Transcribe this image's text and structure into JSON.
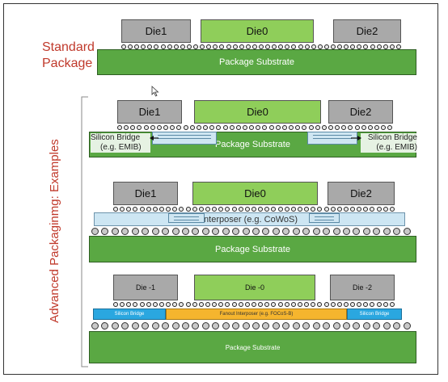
{
  "side_labels": {
    "standard_line1": "Standard",
    "standard_line2": "Package",
    "advanced": "Advanced Packaginmg: Examples"
  },
  "row1": {
    "die1": "Die1",
    "die0": "Die0",
    "die2": "Die2",
    "substrate": "Package Substrate"
  },
  "row2": {
    "die1": "Die1",
    "die0": "Die0",
    "die2": "Die2",
    "substrate": "Package Substrate",
    "bridge_left_line1": "Silicon Bridge",
    "bridge_left_line2": "(e.g. EMIB)",
    "bridge_right_line1": "Silicon Bridge",
    "bridge_right_line2": "(e.g. EMIB)"
  },
  "row3": {
    "die1": "Die1",
    "die0": "Die0",
    "die2": "Die2",
    "interposer": "Interposer (e.g. CoWoS)",
    "substrate": "Package Substrate"
  },
  "row4": {
    "die1": "Die -1",
    "die0": "Die -0",
    "die2": "Die -2",
    "bridge_left": "Silicon Bridge",
    "fanout": "Fanout Interposer (e.g. FOCoS-B)",
    "bridge_right": "Silicon Bridge",
    "substrate": "Package Substrate"
  },
  "colors": {
    "die_gray": "#a9a9a9",
    "die_green": "#8fce5a",
    "substrate": "#5aa843",
    "label_red": "#c0392b",
    "fanout": "#f5b52e",
    "bridge_blue": "#2aa7e0"
  }
}
